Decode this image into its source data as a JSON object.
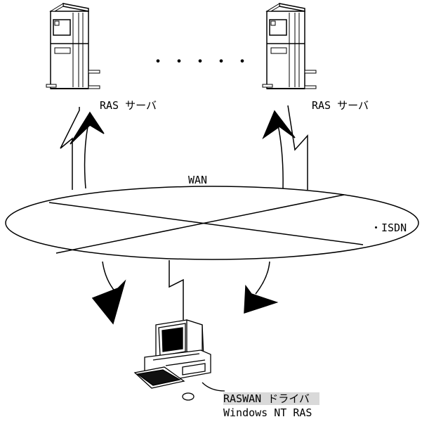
{
  "servers": [
    {
      "label": "RAS サーバ"
    },
    {
      "label": "RAS サーバ"
    }
  ],
  "ellipsis": "・・・・・",
  "network": {
    "label": "WAN",
    "types": [
      "・ISDN"
    ]
  },
  "client": {
    "lines": [
      "RASWAN ドライバ",
      "Windows NT RAS"
    ]
  },
  "colors": {
    "line": "#000000",
    "highlight": "#d9d9d9"
  }
}
